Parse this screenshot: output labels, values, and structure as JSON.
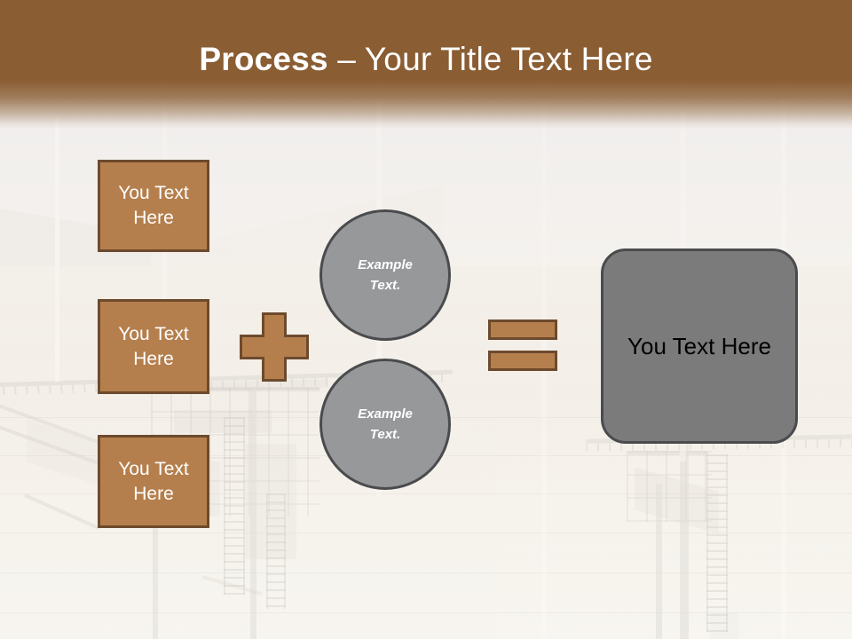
{
  "slide": {
    "title": {
      "strong": "Process",
      "rest": " – Your Title Text Here"
    }
  },
  "inputs": [
    {
      "label": "You Text\nHere"
    },
    {
      "label": "You Text\nHere"
    },
    {
      "label": "You Text\nHere"
    }
  ],
  "operators": {
    "plus": "+",
    "equals": "="
  },
  "factors": [
    {
      "label": "Example\nText."
    },
    {
      "label": "Example\nText."
    }
  ],
  "result": {
    "label": "You Text Here"
  },
  "colors": {
    "title_band": "#8a5d33",
    "box_fill": "#b57f4d",
    "box_border": "#6d4a2d",
    "circle_fill": "#97989a",
    "shape_border": "#4a4b4d",
    "result_fill": "#7b7b7c",
    "title_text": "#ffffff",
    "box_text": "#ffffff",
    "result_text": "#000000"
  }
}
